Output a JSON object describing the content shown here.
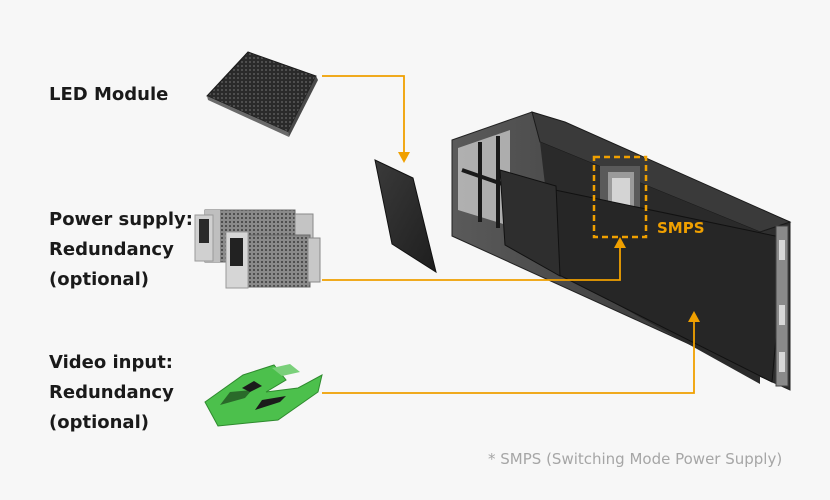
{
  "labels": {
    "led_module": "LED Module",
    "power_supply": [
      "Power supply:",
      "Redundancy",
      "(optional)"
    ],
    "video_input": [
      "Video input:",
      "Redundancy",
      "(optional)"
    ]
  },
  "smps_tag": "SMPS",
  "footnote": "* SMPS (Switching Mode Power Supply)",
  "colors": {
    "accent": "#f0a000",
    "background": "#f7f7f7",
    "label_text": "#1a1a1a",
    "footnote_text": "#a6a6a6",
    "pcb_green": "#4cc04c"
  }
}
